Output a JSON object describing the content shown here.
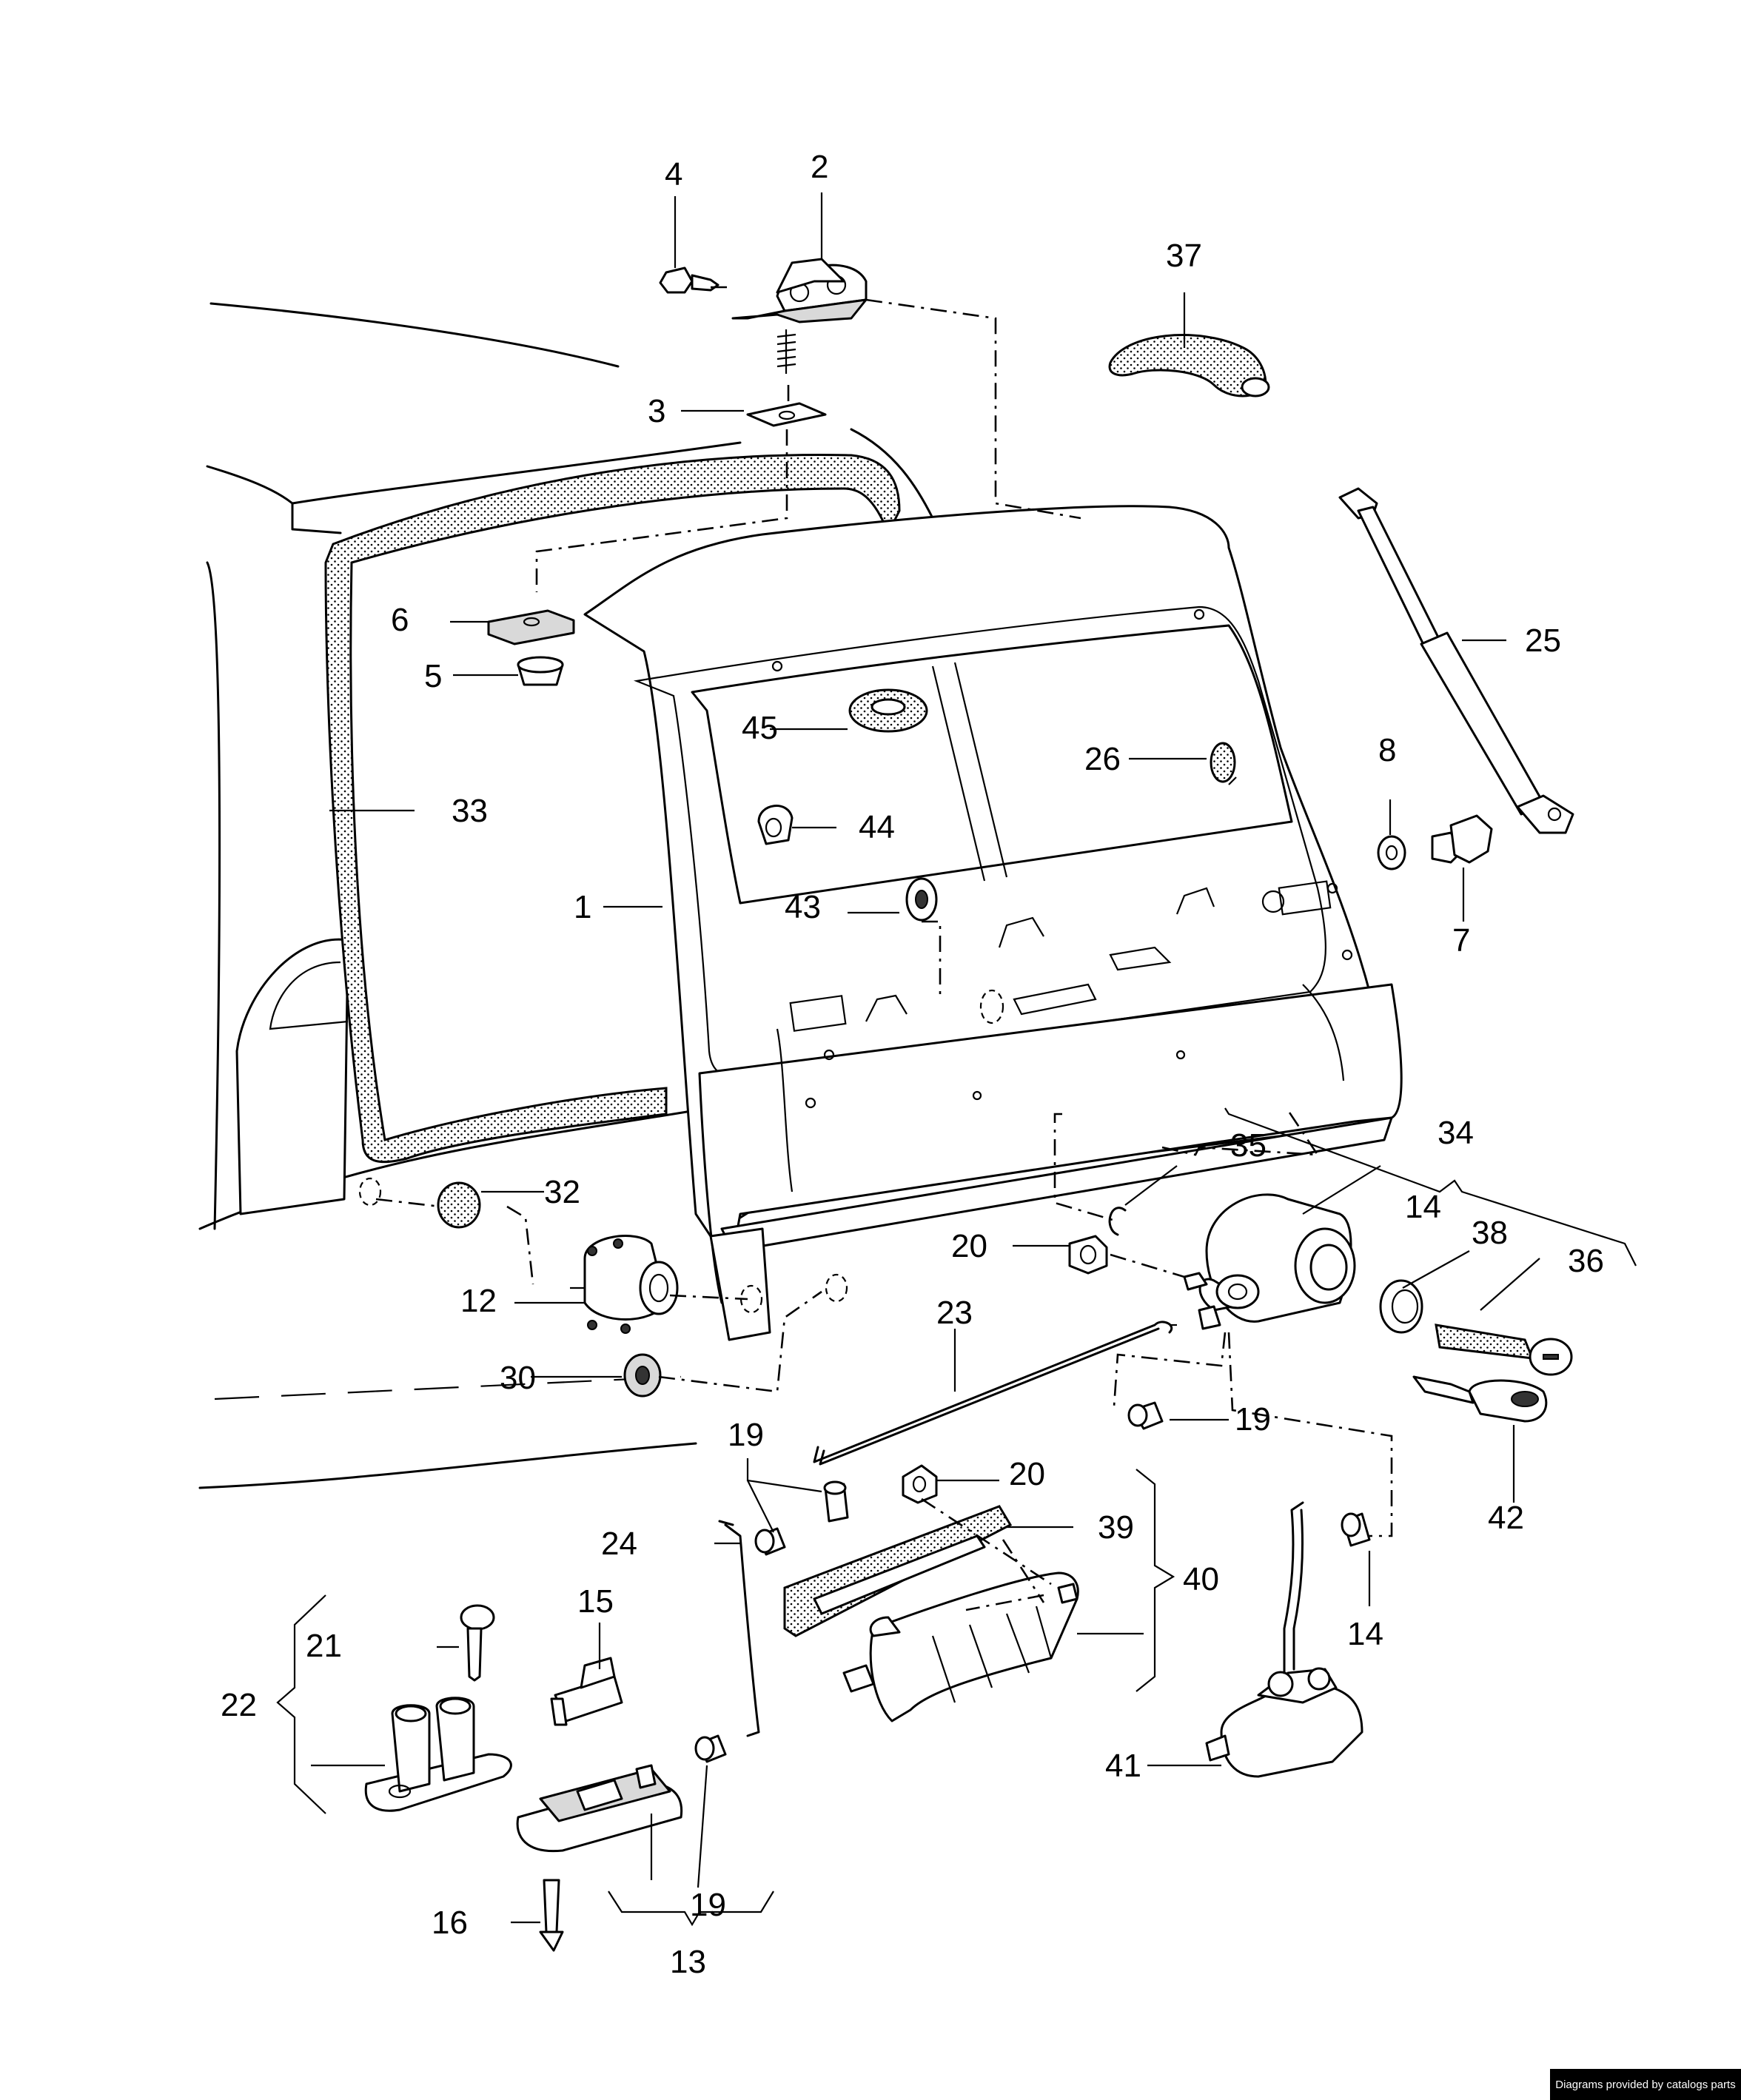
{
  "callouts": [
    {
      "id": "c1",
      "text": "1"
    },
    {
      "id": "c2",
      "text": "2"
    },
    {
      "id": "c3",
      "text": "3"
    },
    {
      "id": "c4",
      "text": "4"
    },
    {
      "id": "c5",
      "text": "5"
    },
    {
      "id": "c6",
      "text": "6"
    },
    {
      "id": "c7",
      "text": "7"
    },
    {
      "id": "c8",
      "text": "8"
    },
    {
      "id": "c12",
      "text": "12"
    },
    {
      "id": "c13",
      "text": "13"
    },
    {
      "id": "c14a",
      "text": "14"
    },
    {
      "id": "c14b",
      "text": "14"
    },
    {
      "id": "c15",
      "text": "15"
    },
    {
      "id": "c16",
      "text": "16"
    },
    {
      "id": "c19a",
      "text": "19"
    },
    {
      "id": "c19b",
      "text": "19"
    },
    {
      "id": "c19c",
      "text": "19"
    },
    {
      "id": "c20a",
      "text": "20"
    },
    {
      "id": "c20b",
      "text": "20"
    },
    {
      "id": "c21",
      "text": "21"
    },
    {
      "id": "c22",
      "text": "22"
    },
    {
      "id": "c23",
      "text": "23"
    },
    {
      "id": "c24",
      "text": "24"
    },
    {
      "id": "c25",
      "text": "25"
    },
    {
      "id": "c26",
      "text": "26"
    },
    {
      "id": "c30",
      "text": "30"
    },
    {
      "id": "c32",
      "text": "32"
    },
    {
      "id": "c33",
      "text": "33"
    },
    {
      "id": "c34",
      "text": "34"
    },
    {
      "id": "c35",
      "text": "35"
    },
    {
      "id": "c36",
      "text": "36"
    },
    {
      "id": "c37",
      "text": "37"
    },
    {
      "id": "c38",
      "text": "38"
    },
    {
      "id": "c39",
      "text": "39"
    },
    {
      "id": "c40",
      "text": "40"
    },
    {
      "id": "c41",
      "text": "41"
    },
    {
      "id": "c42",
      "text": "42"
    },
    {
      "id": "c43",
      "text": "43"
    },
    {
      "id": "c44",
      "text": "44"
    },
    {
      "id": "c45",
      "text": "45"
    }
  ],
  "credit": "Diagrams provided by catalogs parts"
}
